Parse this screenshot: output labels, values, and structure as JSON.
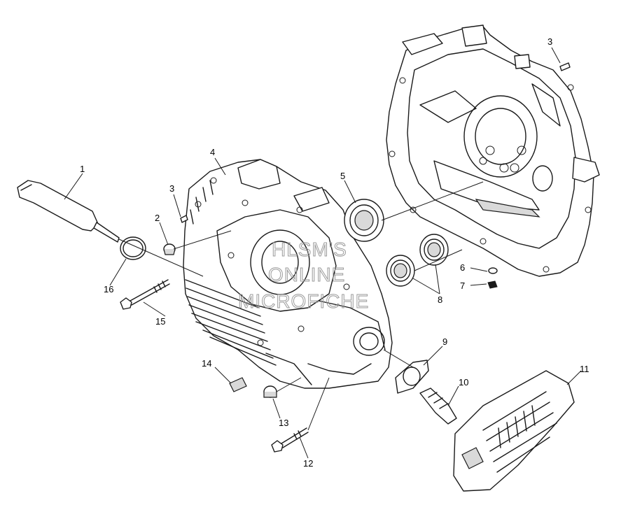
{
  "diagram": {
    "callouts": [
      "1",
      "2",
      "3",
      "3",
      "4",
      "5",
      "6",
      "7",
      "8",
      "9",
      "10",
      "11",
      "12",
      "13",
      "14",
      "15",
      "16"
    ],
    "watermark": [
      "HLSM'S",
      "ONLINE",
      "MICROFICHE"
    ]
  }
}
